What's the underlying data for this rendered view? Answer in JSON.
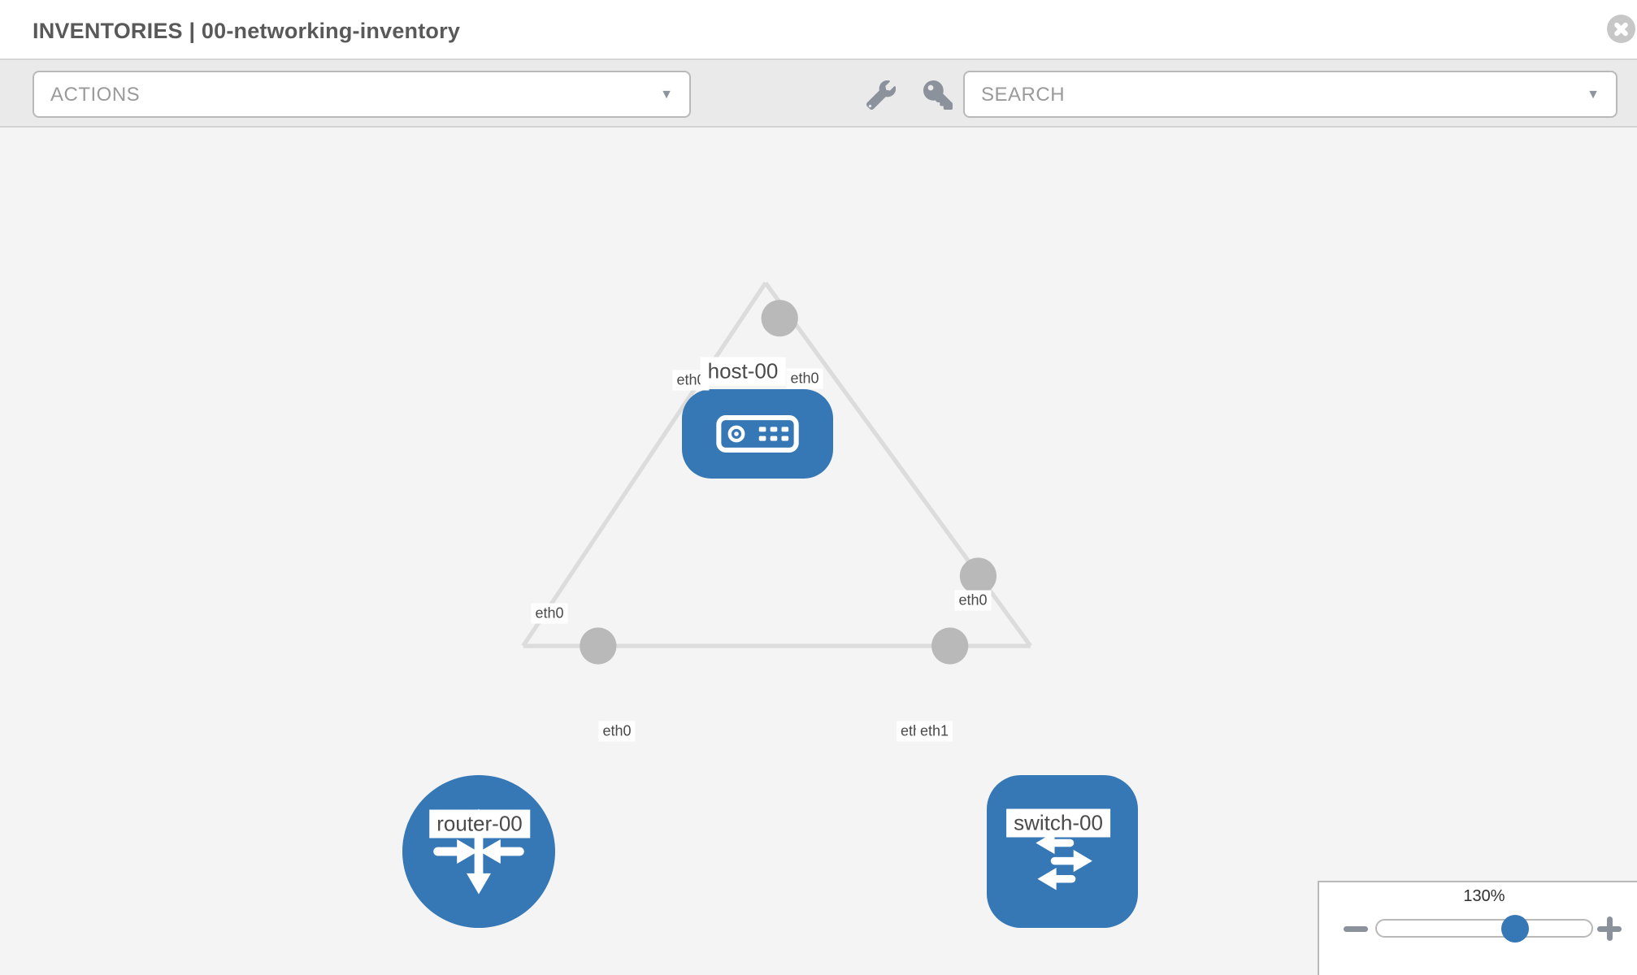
{
  "header": {
    "title": "INVENTORIES | 00-networking-inventory"
  },
  "toolbar": {
    "actions_label": "ACTIONS",
    "search_label": "SEARCH"
  },
  "icons": {
    "caret": "▼"
  },
  "topology": {
    "nodes": [
      {
        "id": "host-00",
        "type": "host",
        "label": "host-00"
      },
      {
        "id": "router-00",
        "type": "router",
        "label": "router-00"
      },
      {
        "id": "switch-00",
        "type": "switch",
        "label": "switch-00"
      }
    ],
    "links": [
      {
        "source": "host-00",
        "source_port": "eth0",
        "target": "router-00",
        "target_port": "eth0"
      },
      {
        "source": "host-00",
        "source_port": "eth0",
        "target": "switch-00",
        "target_port": "eth0"
      },
      {
        "source": "router-00",
        "source_port": "eth0",
        "target": "switch-00",
        "target_port": "eth1"
      }
    ],
    "port_labels": {
      "host_left": "eth0",
      "host_right": "eth0",
      "router_top": "eth0",
      "switch_top": "eth0",
      "router_link": "eth0",
      "switch_link_under": "eth0",
      "switch_link": "eth1"
    }
  },
  "zoom_control": {
    "value": "130%"
  },
  "colors": {
    "node_blue": "#3578b5",
    "link_gray": "#dcdcdc",
    "connector_gray": "#b9b9b9",
    "canvas_bg": "#f4f4f4",
    "toolbar_bg": "#eaeaea"
  }
}
